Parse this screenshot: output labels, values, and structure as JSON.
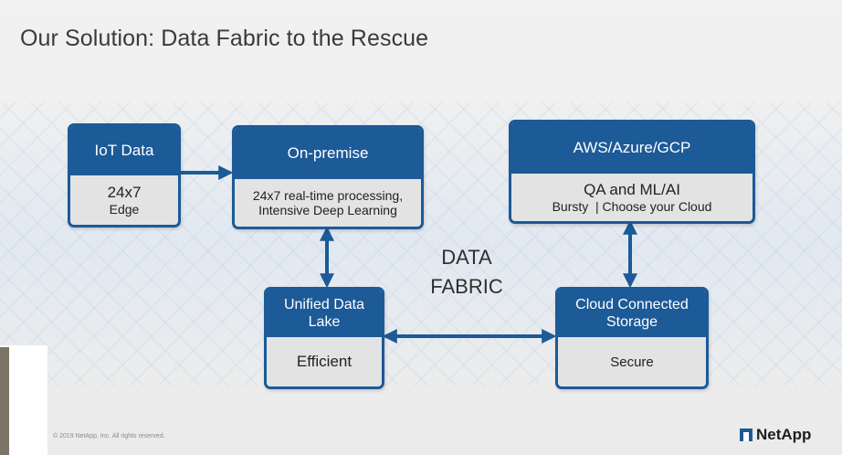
{
  "slide": {
    "title": "Our Solution: Data Fabric to the Rescue",
    "fabric_label_line1": "DATA",
    "fabric_label_line2": "FABRIC",
    "copyright": "© 2019 NetApp, Inc. All rights reserved.",
    "logo_text": "NetApp"
  },
  "boxes": {
    "iot": {
      "head": "IoT Data",
      "line1": "24x7",
      "line2": "Edge"
    },
    "onprem": {
      "head": "On-premise",
      "line1": "24x7 real-time processing,",
      "line2": "Intensive Deep Learning"
    },
    "cloud": {
      "head": "AWS/Azure/GCP",
      "line1": "QA and ML/AI",
      "line2": "Bursty  | Choose your Cloud"
    },
    "lake": {
      "head_line1": "Unified Data",
      "head_line2": "Lake",
      "body": "Efficient"
    },
    "storage": {
      "head_line1": "Cloud Connected",
      "head_line2": "Storage",
      "body": "Secure"
    }
  },
  "colors": {
    "accent": "#1c5a98",
    "box_body": "#e3e3e3"
  }
}
